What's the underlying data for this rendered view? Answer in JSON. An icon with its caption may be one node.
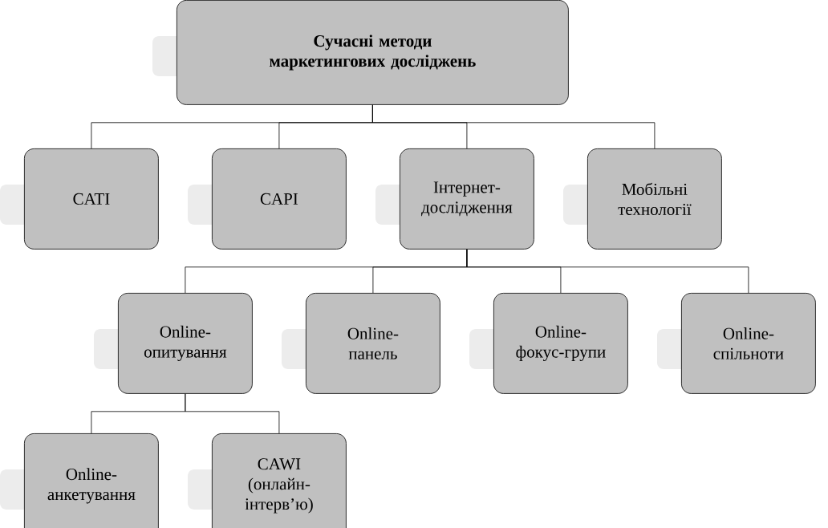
{
  "diagram": {
    "nodes": [
      {
        "text": [
          "Сучасні методи маркетингових досліджень"
        ]
      },
      {
        "text": [
          "CATI"
        ]
      },
      {
        "text": [
          "CAPI"
        ]
      },
      {
        "text": [
          "Інтернет-дослідження"
        ]
      },
      {
        "text": [
          "Мобільні технології"
        ]
      },
      {
        "text": [
          "Online-опитування"
        ]
      },
      {
        "text": [
          "Online-панель"
        ]
      },
      {
        "text": [
          "Online-фокус-групи"
        ]
      },
      {
        "text": [
          "Online-спільноти"
        ]
      },
      {
        "text": [
          "Online-анкетування"
        ]
      },
      {
        "text": [
          "CAWI (онлайн-інтерв’ю)"
        ]
      }
    ],
    "edges": [
      {
        "from": 0,
        "to": 1,
        "arrow": "none"
      },
      {
        "from": 0,
        "to": 2,
        "arrow": "none"
      },
      {
        "from": 0,
        "to": 3,
        "arrow": "none"
      },
      {
        "from": 0,
        "to": 4,
        "arrow": "none"
      },
      {
        "from": 3,
        "to": 5,
        "arrow": "none"
      },
      {
        "from": 3,
        "to": 6,
        "arrow": "none"
      },
      {
        "from": 3,
        "to": 7,
        "arrow": "none"
      },
      {
        "from": 3,
        "to": 8,
        "arrow": "none"
      },
      {
        "from": 5,
        "to": 9,
        "arrow": "none"
      },
      {
        "from": 5,
        "to": 10,
        "arrow": "none"
      }
    ]
  }
}
